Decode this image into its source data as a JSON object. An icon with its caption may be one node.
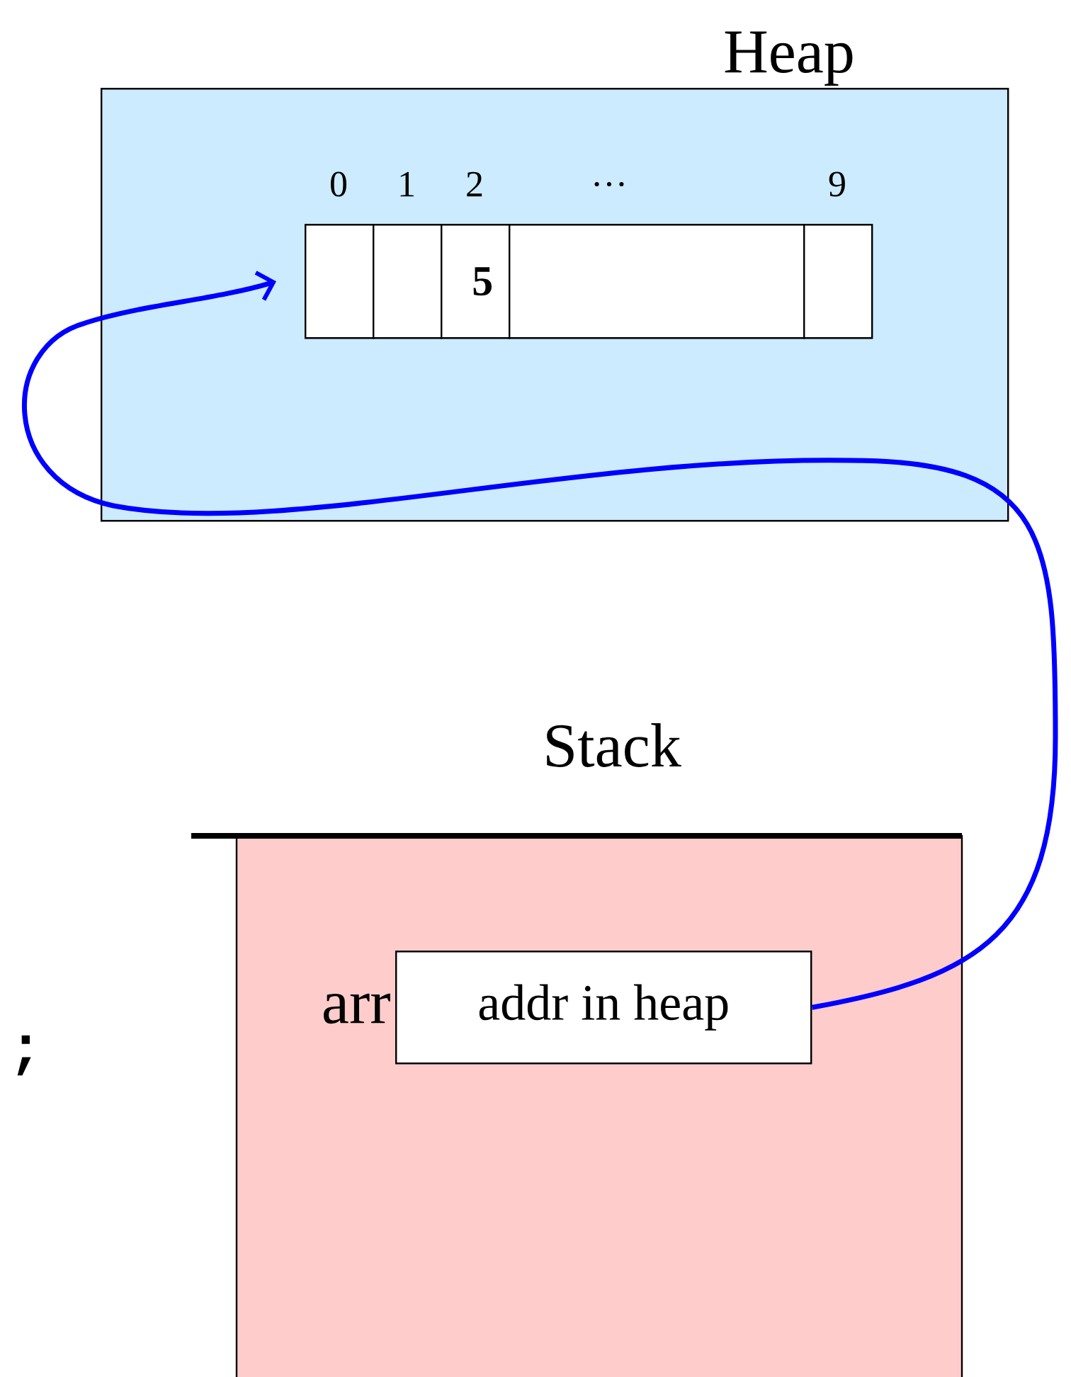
{
  "diagram": {
    "nodes": [
      {
        "text": [
          "Heap"
        ]
      },
      {
        "text": [],
        "shape": "box",
        "in": 0
      },
      {
        "text": [],
        "shape": "box",
        "in": 0
      },
      {
        "text": [
          "5"
        ],
        "in": 0
      },
      {
        "text": [],
        "shape": "box",
        "in": 0
      },
      {
        "text": [],
        "shape": "box",
        "in": 0
      },
      {
        "text": [
          "Stack"
        ]
      },
      {
        "text": [
          "addr in heap"
        ],
        "in": 6,
        "beside": [
          "arr"
        ]
      }
    ],
    "edges": [
      {
        "from": 7,
        "to": 1,
        "arrow": "to",
        "color": "#0000ff"
      }
    ],
    "labels": [
      "0",
      "1",
      "2",
      "…",
      "9",
      ";"
    ]
  }
}
